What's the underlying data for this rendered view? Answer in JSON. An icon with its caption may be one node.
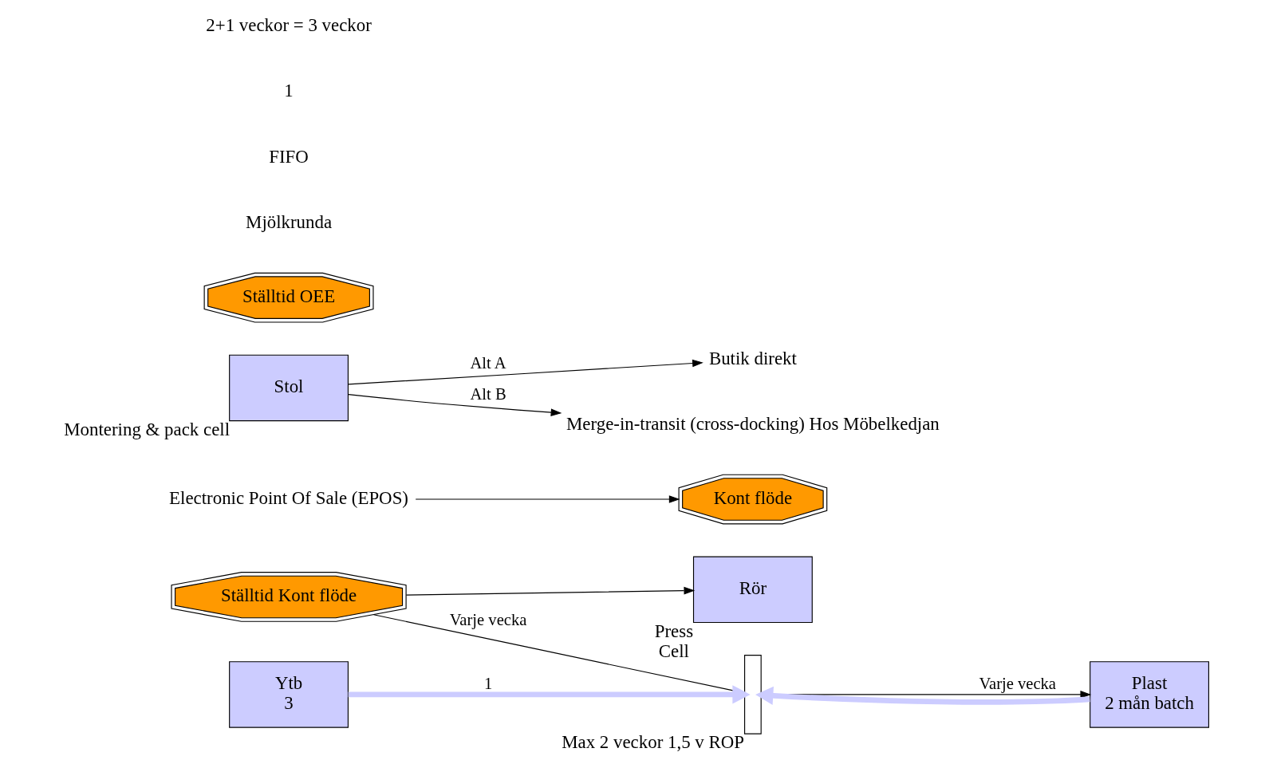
{
  "diagram": {
    "nodes": [
      {
        "text": [
          "Ställtid Kont flöde"
        ]
      },
      {
        "text": [
          "Rör"
        ],
        "beside": [
          "Press",
          "Cell"
        ]
      },
      {
        "text": [
          "Ytb",
          "3"
        ]
      },
      {
        "text": [
          "Kont flöde"
        ]
      },
      {
        "text": [
          "Stol"
        ],
        "beside": [
          "Montering & pack cell"
        ]
      },
      {
        "text": [],
        "shape": "bar",
        "beside": [
          "Max 2 veckor 1,5 v ROP"
        ]
      },
      {
        "text": [
          "Ställtid OEE"
        ]
      },
      {
        "text": [
          "Plast",
          "2 mån batch"
        ]
      },
      {
        "text": [
          "Electronic Point Of Sale (EPOS)"
        ]
      },
      {
        "text": [
          "Butik direkt"
        ]
      },
      {
        "text": [
          "Mjölkrunda"
        ]
      },
      {
        "text": [
          "Merge-in-transit (cross-docking) Hos Möbelkedjan"
        ]
      }
    ],
    "edges": [
      {
        "from": 0,
        "to": 1,
        "arrow": "to"
      },
      {
        "from": 0,
        "to": 5,
        "arrow": "none",
        "label": "Varje vecka"
      },
      {
        "from": 2,
        "to": 5,
        "arrow": "to",
        "label": "1",
        "style": "thick",
        "color": "#ccccff"
      },
      {
        "from": 5,
        "to": 7,
        "arrow": "to",
        "label": "Varje vecka"
      },
      {
        "from": 7,
        "to": 5,
        "arrow": "to",
        "style": "thick",
        "color": "#ccccff"
      },
      {
        "from": 8,
        "to": 3,
        "arrow": "to"
      },
      {
        "from": 4,
        "to": 9,
        "arrow": "to",
        "label": "Alt A"
      },
      {
        "from": 4,
        "to": 11,
        "arrow": "to",
        "label": "Alt B"
      }
    ],
    "labels": [
      "FIFO",
      "1",
      "2+1 veckor = 3 veckor"
    ]
  }
}
